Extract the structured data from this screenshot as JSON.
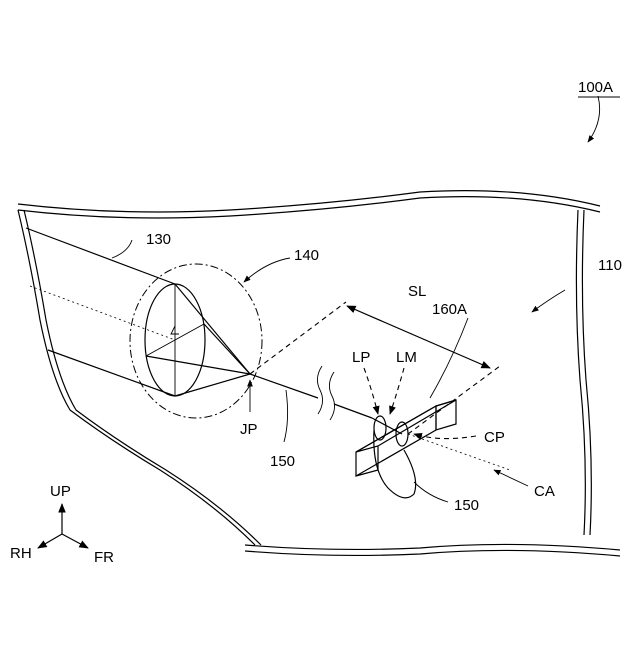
{
  "figure": {
    "labels": {
      "assembly": "100A",
      "panel": "110",
      "pipe": "130",
      "cone_region": "140",
      "wire_main": "150",
      "wire_loop": "150",
      "connector": "160A",
      "slack_length": "SL",
      "loop_portion": "LP",
      "loop_marker": "LM",
      "connection_point": "CP",
      "center_axis": "CA",
      "junction_point": "JP"
    },
    "axes": {
      "up": "UP",
      "right_hand": "RH",
      "front": "FR"
    },
    "icons": {
      "arrow_head": "filled-arrowhead",
      "break_mark": "wavy-break-symbol"
    }
  }
}
